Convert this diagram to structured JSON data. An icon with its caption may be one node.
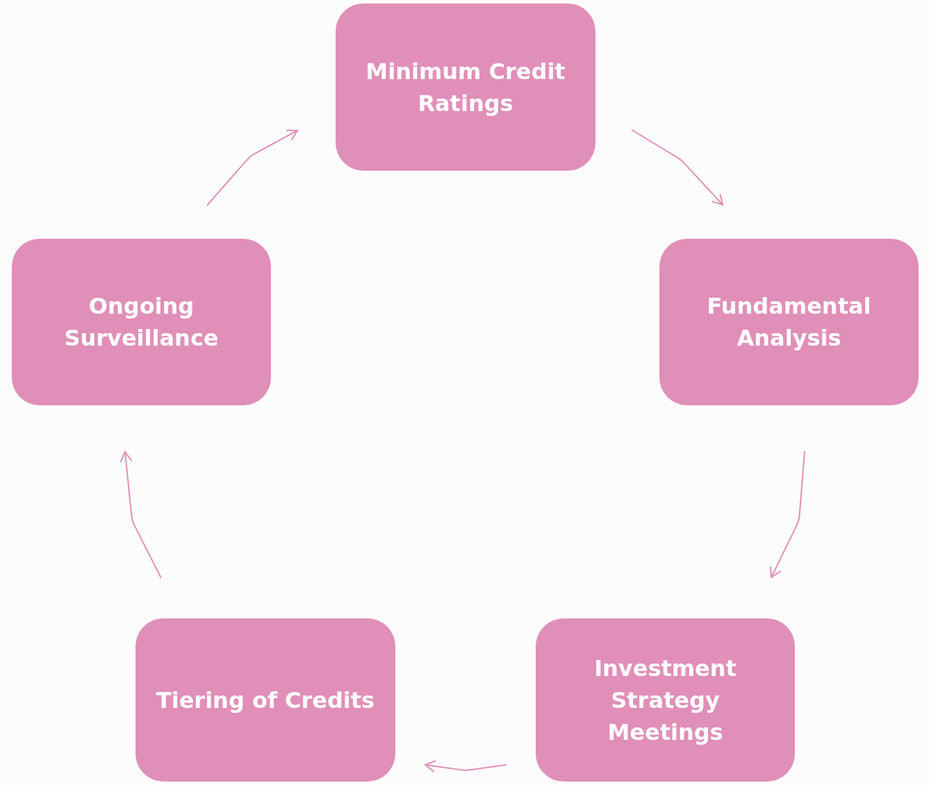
{
  "diagram": {
    "nodes": [
      {
        "text": [
          "Minimum Credit Ratings"
        ]
      },
      {
        "text": [
          "Fundamental Analysis"
        ]
      },
      {
        "text": [
          "Investment Strategy Meetings"
        ]
      },
      {
        "text": [
          "Tiering of Credits"
        ]
      },
      {
        "text": [
          "Ongoing Surveillance"
        ]
      }
    ],
    "edges": [
      {
        "from": 0,
        "to": 1,
        "arrow": "to"
      },
      {
        "from": 1,
        "to": 2,
        "arrow": "to"
      },
      {
        "from": 2,
        "to": 3,
        "arrow": "to"
      },
      {
        "from": 3,
        "to": 4,
        "arrow": "to"
      },
      {
        "from": 4,
        "to": 0,
        "arrow": "to"
      }
    ]
  }
}
